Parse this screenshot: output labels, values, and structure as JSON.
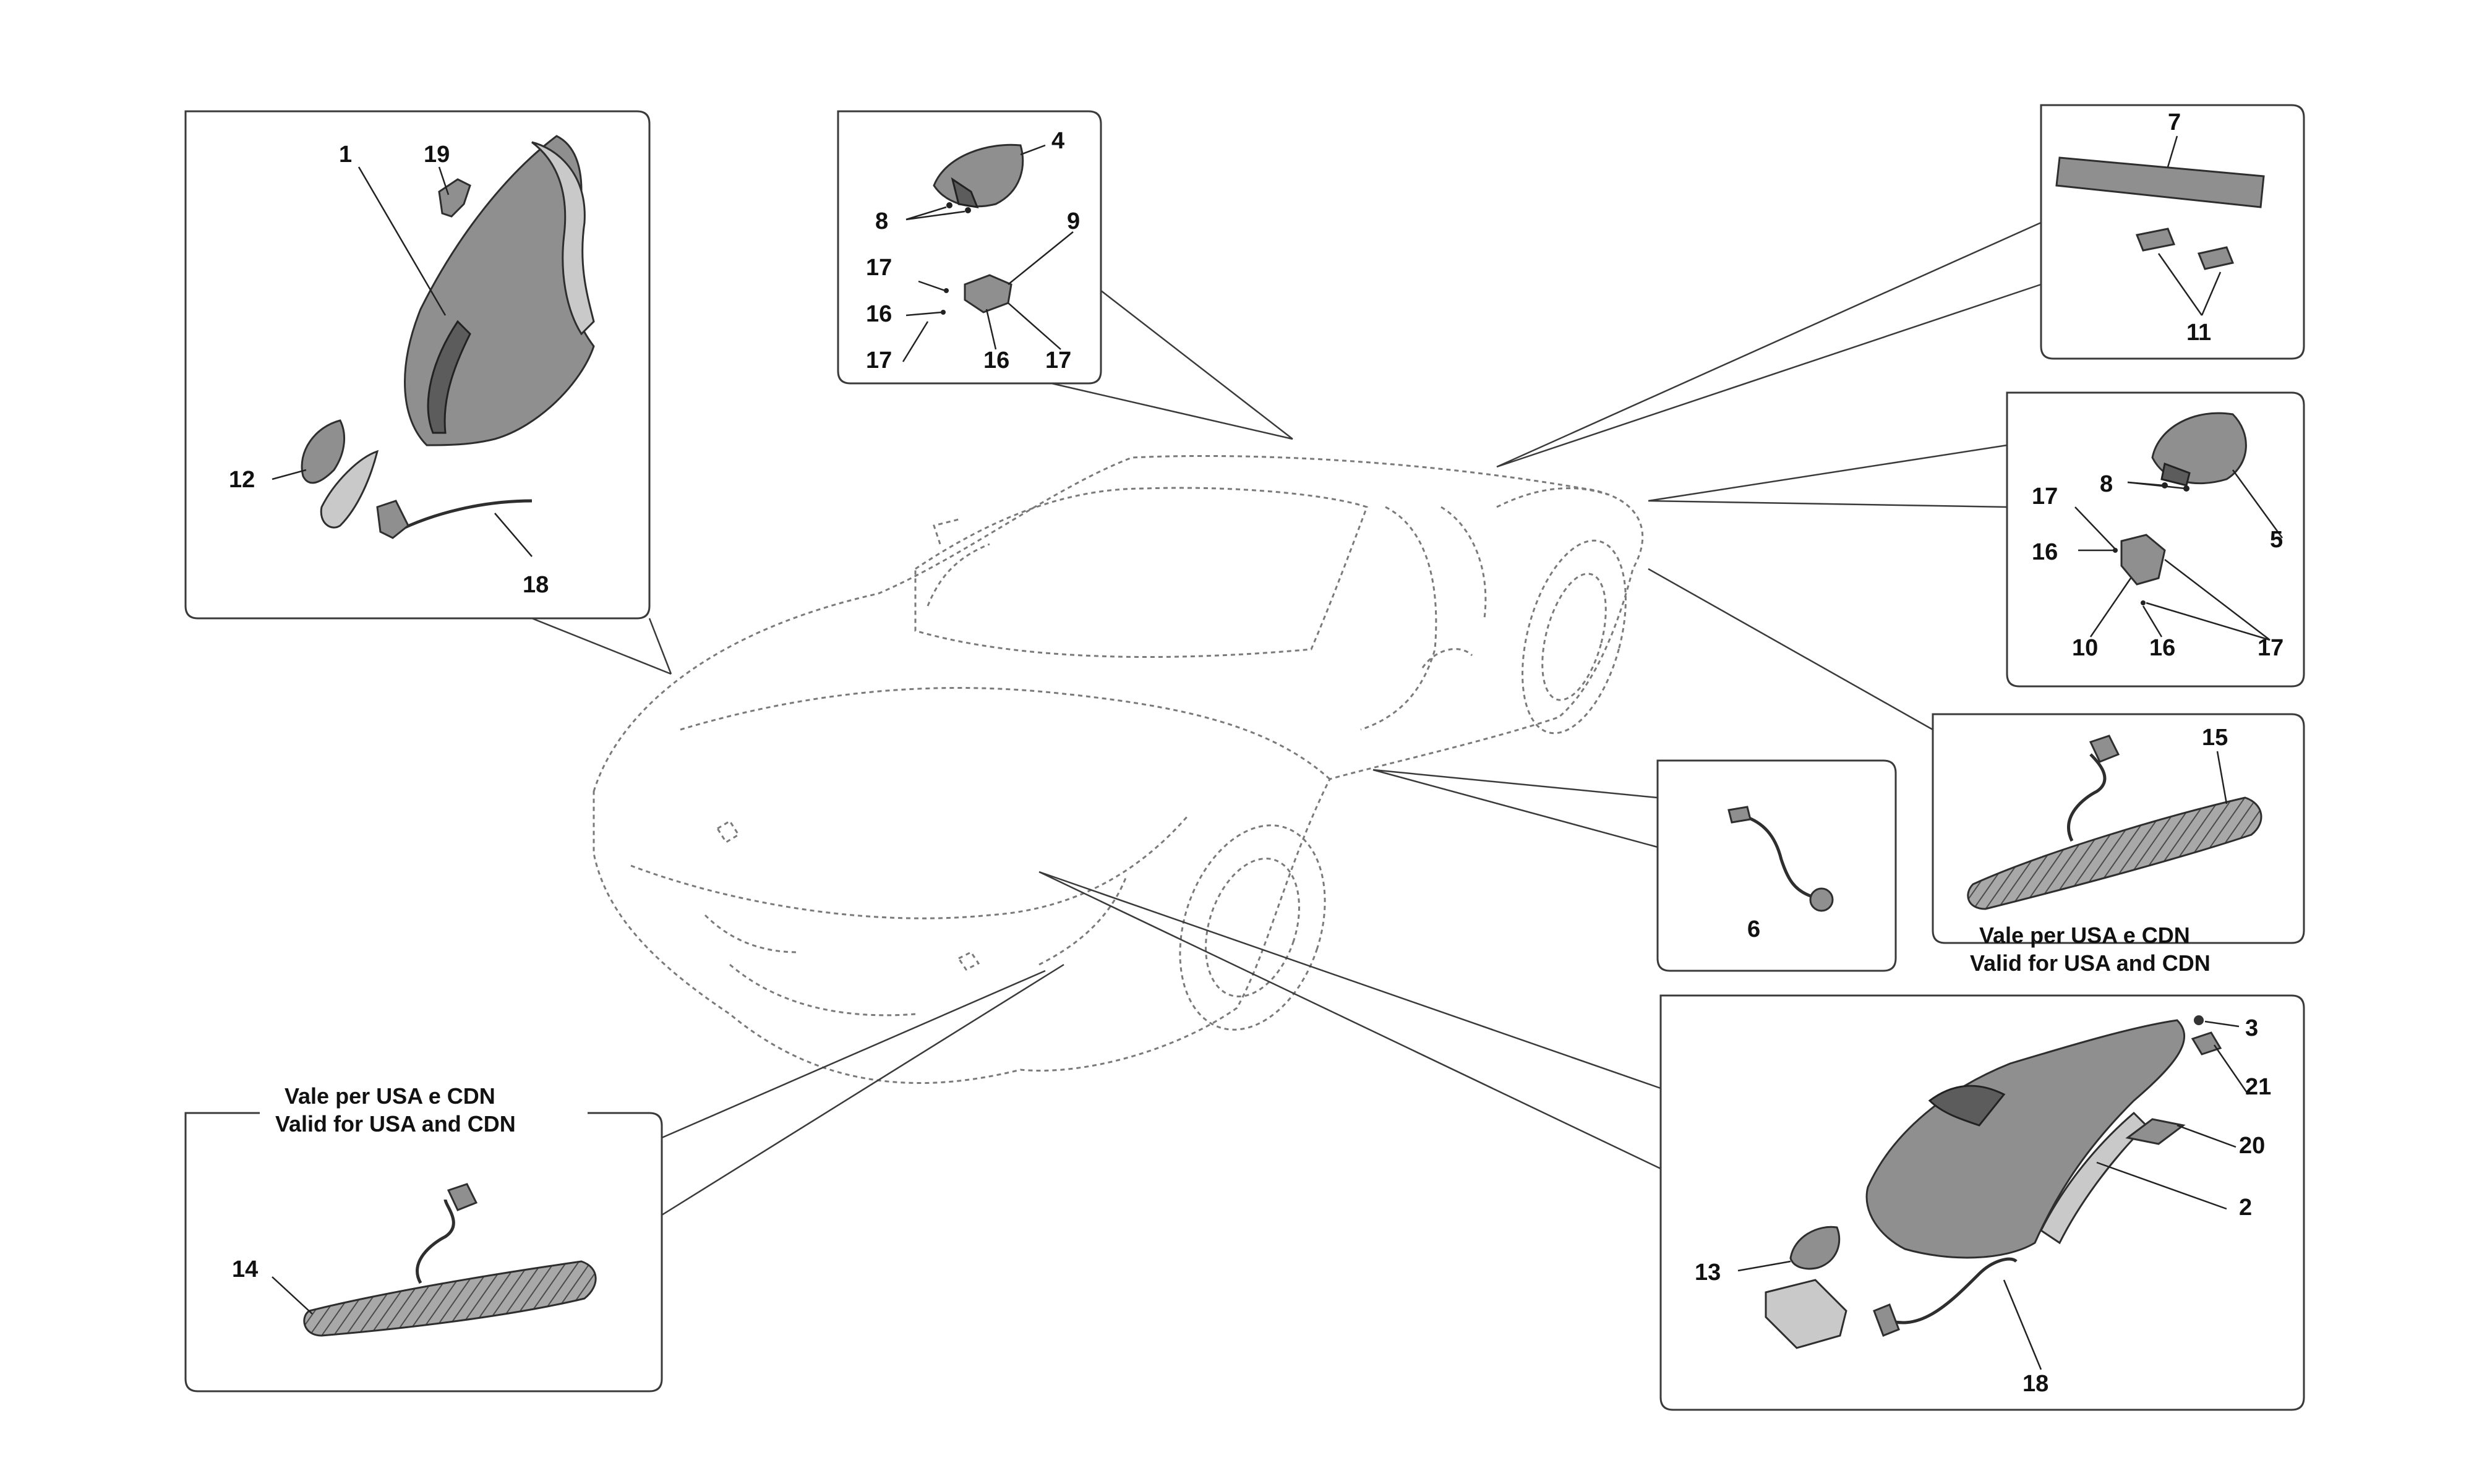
{
  "notes": {
    "usa_it": "Vale per USA e CDN",
    "usa_en": "Valid for USA and CDN"
  },
  "callouts": {
    "c1": "1",
    "c19": "19",
    "c12": "12",
    "c18a": "18",
    "c4": "4",
    "c8a": "8",
    "c9": "9",
    "c17a": "17",
    "c16a": "16",
    "c17b": "17",
    "c16b": "16",
    "c17c": "17",
    "c7": "7",
    "c11": "11",
    "c8b": "8",
    "c5": "5",
    "c17d": "17",
    "c16c": "16",
    "c10": "10",
    "c16d": "16",
    "c17e": "17",
    "c15": "15",
    "c6": "6",
    "c3": "3",
    "c21": "21",
    "c20": "20",
    "c2": "2",
    "c13": "13",
    "c18b": "18",
    "c14": "14"
  },
  "colors": {
    "line": "#3a3a3a",
    "car_outline": "#7a7a7a",
    "part_fill": "#8f8f8f"
  }
}
